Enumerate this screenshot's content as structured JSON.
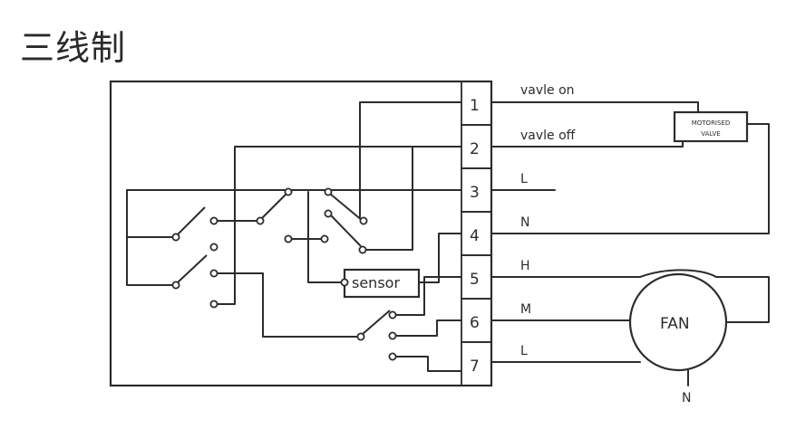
{
  "title": "三线制",
  "terminals": [
    "1",
    "2",
    "3",
    "4",
    "5",
    "6",
    "7"
  ],
  "line_labels": {
    "t1": "vavle on",
    "t2": "vavle off",
    "t3": "L",
    "t4": "N",
    "t5": "H",
    "t6": "M",
    "t7": "L"
  },
  "valve": {
    "line1": "MOTORISED",
    "line2": "VALVE"
  },
  "sensor_label": "sensor",
  "fan_label": "FAN",
  "fan_neutral_label": "N"
}
